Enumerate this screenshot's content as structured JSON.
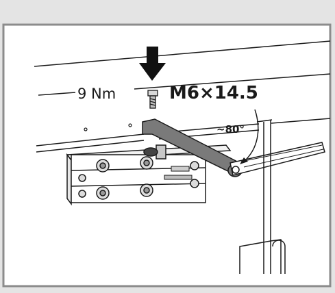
{
  "figure": {
    "torque_label": "9 Nm",
    "screw_label": "M6×14.5",
    "angle_label": "~80°"
  },
  "colors": {
    "outer_background": "#e4e4e4",
    "frame_border": "#8c8c8c",
    "panel_background": "#ffffff",
    "line_art": "#1a1a1a",
    "arm_fill": "#7a7a7a",
    "arrow_fill": "#111111"
  },
  "icons": {
    "arrow": "down-arrow-icon",
    "screw": "screw-icon"
  }
}
